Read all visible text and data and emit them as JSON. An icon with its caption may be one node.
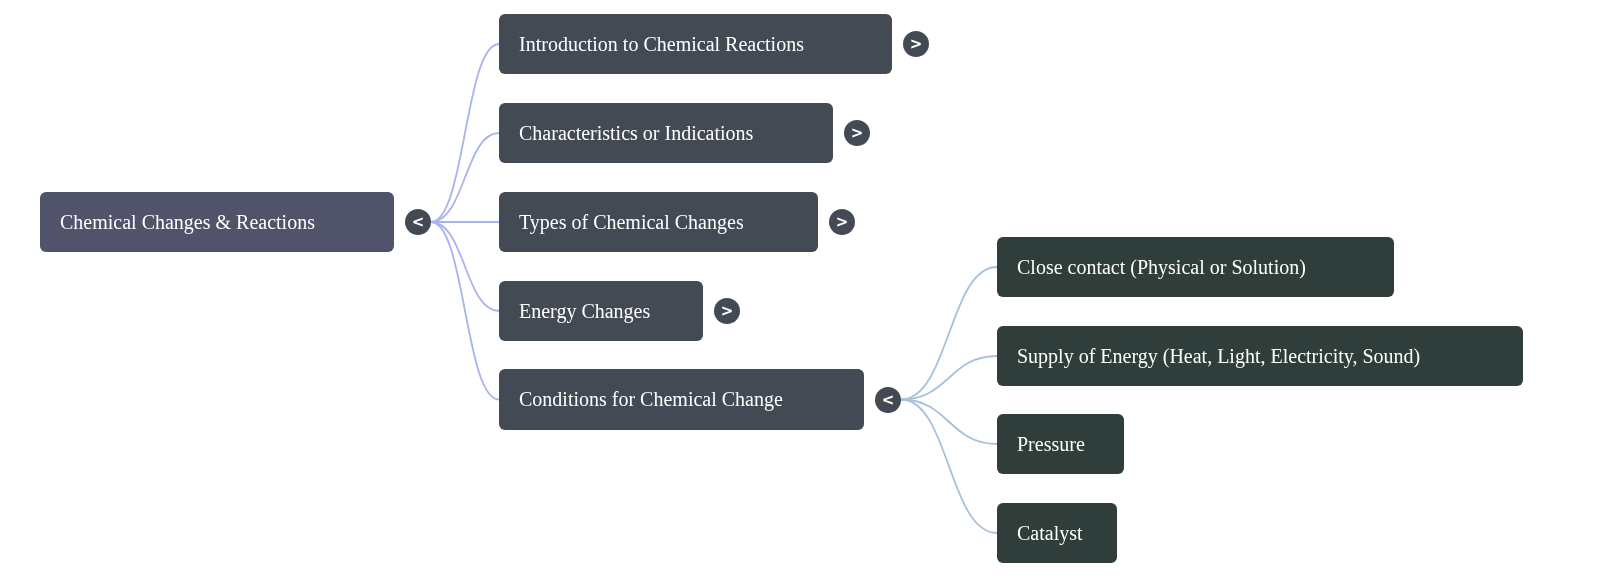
{
  "diagram": {
    "nodes": [
      {
        "text": [
          "Chemical Changes & Reactions"
        ],
        "beside": [
          "<"
        ]
      },
      {
        "text": [
          "Introduction to Chemical Reactions"
        ],
        "beside": [
          ">"
        ]
      },
      {
        "text": [
          "Characteristics or Indications"
        ],
        "beside": [
          ">"
        ]
      },
      {
        "text": [
          "Types of Chemical Changes"
        ],
        "beside": [
          ">"
        ]
      },
      {
        "text": [
          "Energy Changes"
        ],
        "beside": [
          ">"
        ]
      },
      {
        "text": [
          "Conditions for Chemical Change"
        ],
        "beside": [
          "<"
        ]
      },
      {
        "text": [
          "Close contact (Physical or Solution)"
        ]
      },
      {
        "text": [
          "Supply of Energy (Heat, Light, Electricity, Sound)"
        ]
      },
      {
        "text": [
          "Pressure"
        ]
      },
      {
        "text": [
          "Catalyst"
        ]
      }
    ],
    "edges": [
      {
        "from": 0,
        "to": 1,
        "arrow": "none"
      },
      {
        "from": 0,
        "to": 2,
        "arrow": "none"
      },
      {
        "from": 0,
        "to": 3,
        "arrow": "none"
      },
      {
        "from": 0,
        "to": 4,
        "arrow": "none"
      },
      {
        "from": 0,
        "to": 5,
        "arrow": "none"
      },
      {
        "from": 5,
        "to": 6,
        "arrow": "none",
        "color": "#a9bfdc"
      },
      {
        "from": 5,
        "to": 7,
        "arrow": "none",
        "color": "#a9bfdc"
      },
      {
        "from": 5,
        "to": 8,
        "arrow": "none",
        "color": "#a9bfdc"
      },
      {
        "from": 5,
        "to": 9,
        "arrow": "none",
        "color": "#a9bfdc"
      }
    ]
  }
}
